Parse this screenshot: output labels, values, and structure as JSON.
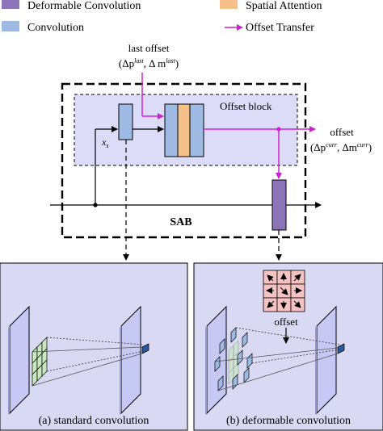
{
  "legend": {
    "items": [
      {
        "label": "Deformable Convolution",
        "color": "#8b74b8"
      },
      {
        "label": "Spatial Attention",
        "color": "#f5c08a"
      },
      {
        "label": "Convolution",
        "color": "#9fbbe3"
      },
      {
        "label": "Offset Transfer",
        "color": "#cc22cc"
      }
    ]
  },
  "top": {
    "last_offset_title": "last offset",
    "last_offset_expr": "(Δp",
    "last_offset_sup1": "last",
    "last_offset_mid": ", Δ m",
    "last_offset_sup2": "last",
    "last_offset_close": ")",
    "offset_block_label": "Offset block",
    "xs_label": "x",
    "xs_sub": "s",
    "out_offset_title": "offset",
    "out_offset_expr": "(Δp",
    "out_offset_sup1": "curr",
    "out_offset_mid": ", Δm",
    "out_offset_sup2": "curr",
    "out_offset_close": ")",
    "sab_label": "SAB"
  },
  "panels": {
    "a_caption": "(a) standard convolution",
    "b_caption": "(b) deformable convolution",
    "b_offset_label": "offset"
  },
  "colors": {
    "magenta": "#cc22cc",
    "conv_blue": "#9fbbe3",
    "attention_orange": "#f5c08a",
    "deform_purple": "#8b74b8",
    "offset_block_bg": "#dcdcf8",
    "panel_bg": "#d9d9f3",
    "plane_fill": "#c8c8f5",
    "grid_green": "#c9e8c0",
    "offset_grid_pink": "#f7c2c2"
  }
}
